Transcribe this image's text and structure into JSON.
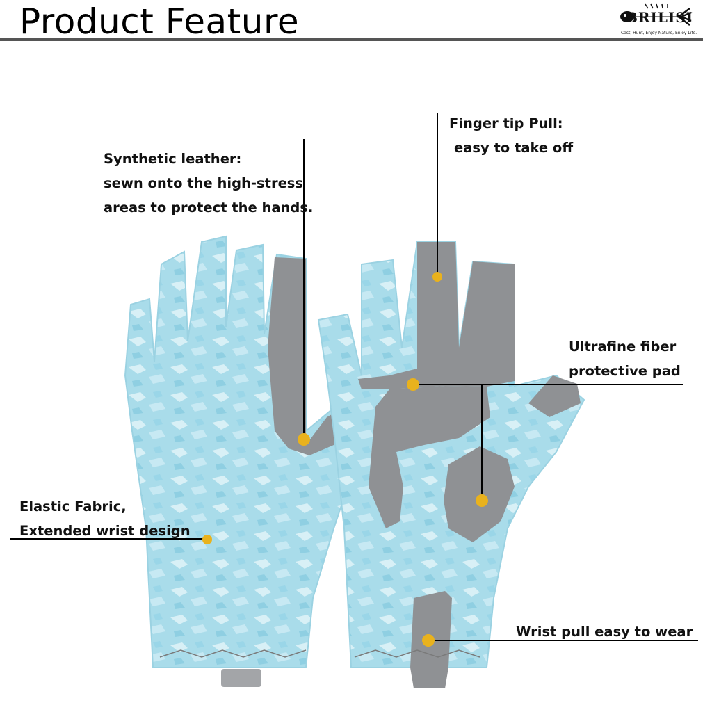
{
  "title": "Product Feature",
  "logo": {
    "wordmark": "BRILISI",
    "tagline": "Cast, Hunt, Enjoy Nature, Enjoy Life."
  },
  "features": {
    "synthetic_leather": {
      "line1": "Synthetic leather:",
      "line2": "sewn onto the high-stress",
      "line3": "areas to protect the hands."
    },
    "finger_tip_pull": {
      "line1": "Finger tip Pull:",
      "line2": "easy to take off"
    },
    "ultrafine_fiber": {
      "line1": "Ultrafine fiber",
      "line2": "protective pad"
    },
    "elastic_fabric": {
      "line1": "Elastic Fabric,",
      "line2": "Extended wrist design"
    },
    "wrist_pull": {
      "line1": "Wrist pull easy to wear"
    }
  },
  "colors": {
    "glove_blue": "#a9dcea",
    "glove_light": "#d8f0f6",
    "leather_gray": "#8f9194",
    "marker": "#e9b21d"
  }
}
